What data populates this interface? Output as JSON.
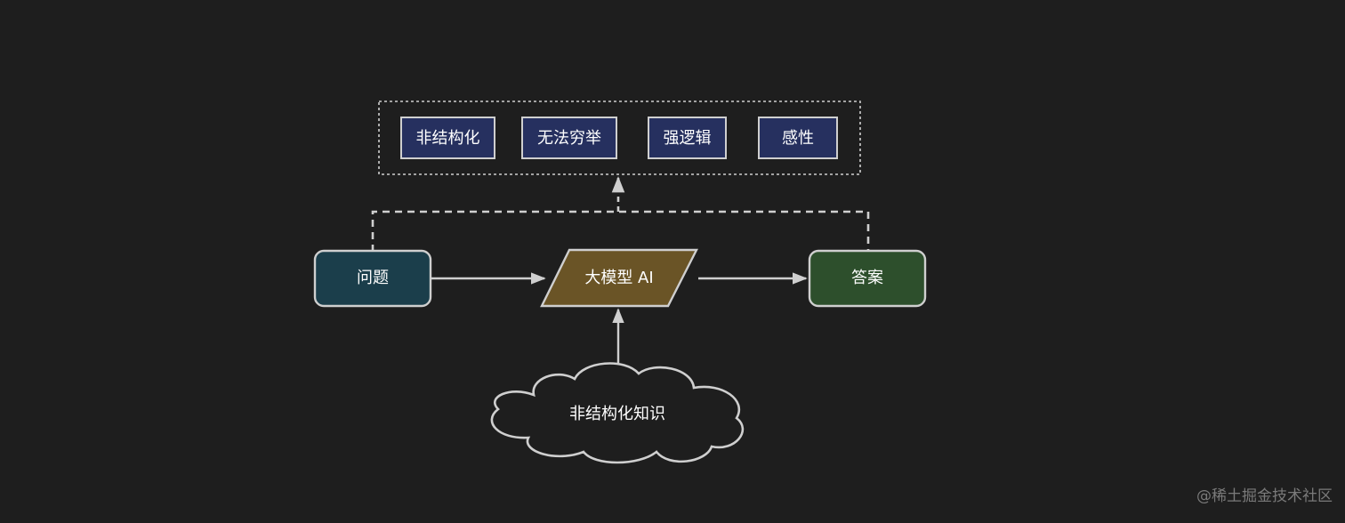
{
  "traits": [
    {
      "label": "非结构化"
    },
    {
      "label": "无法穷举"
    },
    {
      "label": "强逻辑"
    },
    {
      "label": "感性"
    }
  ],
  "question": {
    "label": "问题"
  },
  "model": {
    "label": "大模型 AI"
  },
  "answer": {
    "label": "答案"
  },
  "knowledge": {
    "label": "非结构化知识"
  },
  "watermark": "@稀土掘金技术社区",
  "colors": {
    "background": "#1e1e1e",
    "trait_fill": "#26305f",
    "question_fill": "#1b3e4b",
    "model_fill": "#6a5426",
    "answer_fill": "#2d4f2c",
    "stroke": "#cfcfcf"
  }
}
